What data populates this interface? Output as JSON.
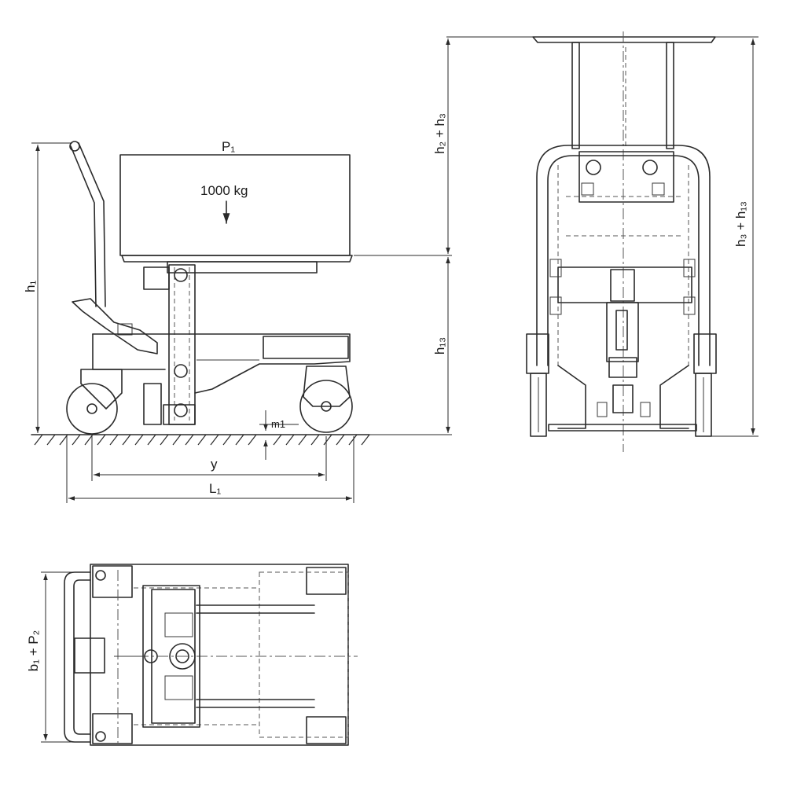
{
  "labels": {
    "p1": "P₁",
    "load": "1000 kg",
    "h1": "h₁",
    "h13": "h₁₃",
    "h2_h3": "h₂ + h₃",
    "h3_h13": "h₃ + h₁₃",
    "m1": "m1",
    "y": "y",
    "l1": "L₁",
    "b1_p2": "b₁ + P₂"
  }
}
